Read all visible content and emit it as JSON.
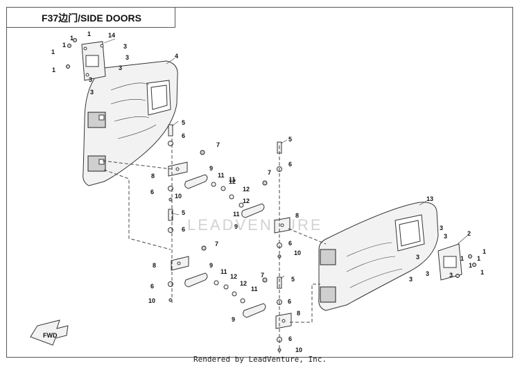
{
  "title": "F37边门/SIDE DOORS",
  "watermark": "LEADVENTURE",
  "footer": "Rendered by LeadVenture, Inc.",
  "fwd_label": "FWD",
  "callouts": [
    "1",
    "2",
    "3",
    "4",
    "5",
    "6",
    "7",
    "8",
    "9",
    "10",
    "11",
    "12",
    "13",
    "14"
  ]
}
